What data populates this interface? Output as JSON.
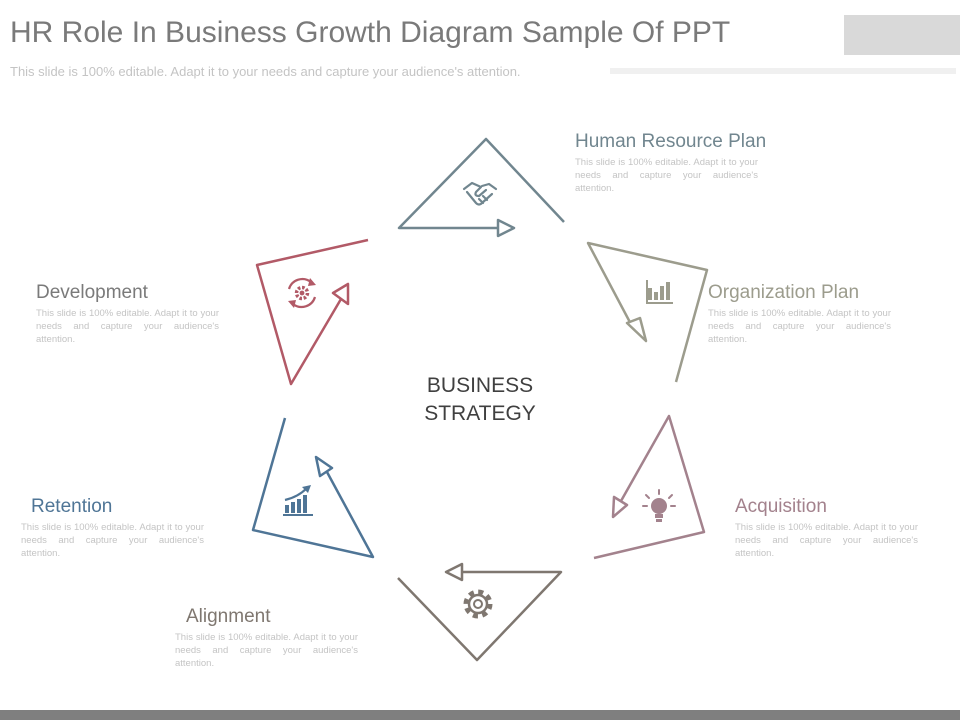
{
  "header": {
    "title": "HR Role In Business Growth Diagram Sample Of PPT",
    "subtitle": "This slide is 100% editable. Adapt it to your needs and capture your audience's attention."
  },
  "center": {
    "line1": "BUSINESS",
    "line2": "STRATEGY"
  },
  "steps": [
    {
      "title": "Human  Resource Plan",
      "description": "This slide is 100% editable. Adapt it to your needs and capture your audience's attention.",
      "icon": "handshake-icon",
      "color": "#71868f"
    },
    {
      "title": "Organization  Plan",
      "description": "This slide is 100% editable. Adapt it to your needs and capture your audience's attention.",
      "icon": "bar-chart-icon",
      "color": "#9c9c8d"
    },
    {
      "title": "Acquisition",
      "description": "This slide is 100% editable. Adapt it to your needs and capture your audience's attention.",
      "icon": "lightbulb-icon",
      "color": "#a3828d"
    },
    {
      "title": "Alignment",
      "description": "This slide is 100% editable. Adapt it to your needs and capture your audience's attention.",
      "icon": "gear-icon",
      "color": "#7f7770"
    },
    {
      "title": "Retention",
      "description": "This slide is 100% editable. Adapt it to your needs and capture your audience's attention.",
      "icon": "growth-chart-icon",
      "color": "#4f7596"
    },
    {
      "title": "Development",
      "description": "This slide is 100% editable. Adapt it to your needs and capture your audience's attention.",
      "icon": "cycle-gear-icon",
      "color": "#b25a67"
    }
  ]
}
